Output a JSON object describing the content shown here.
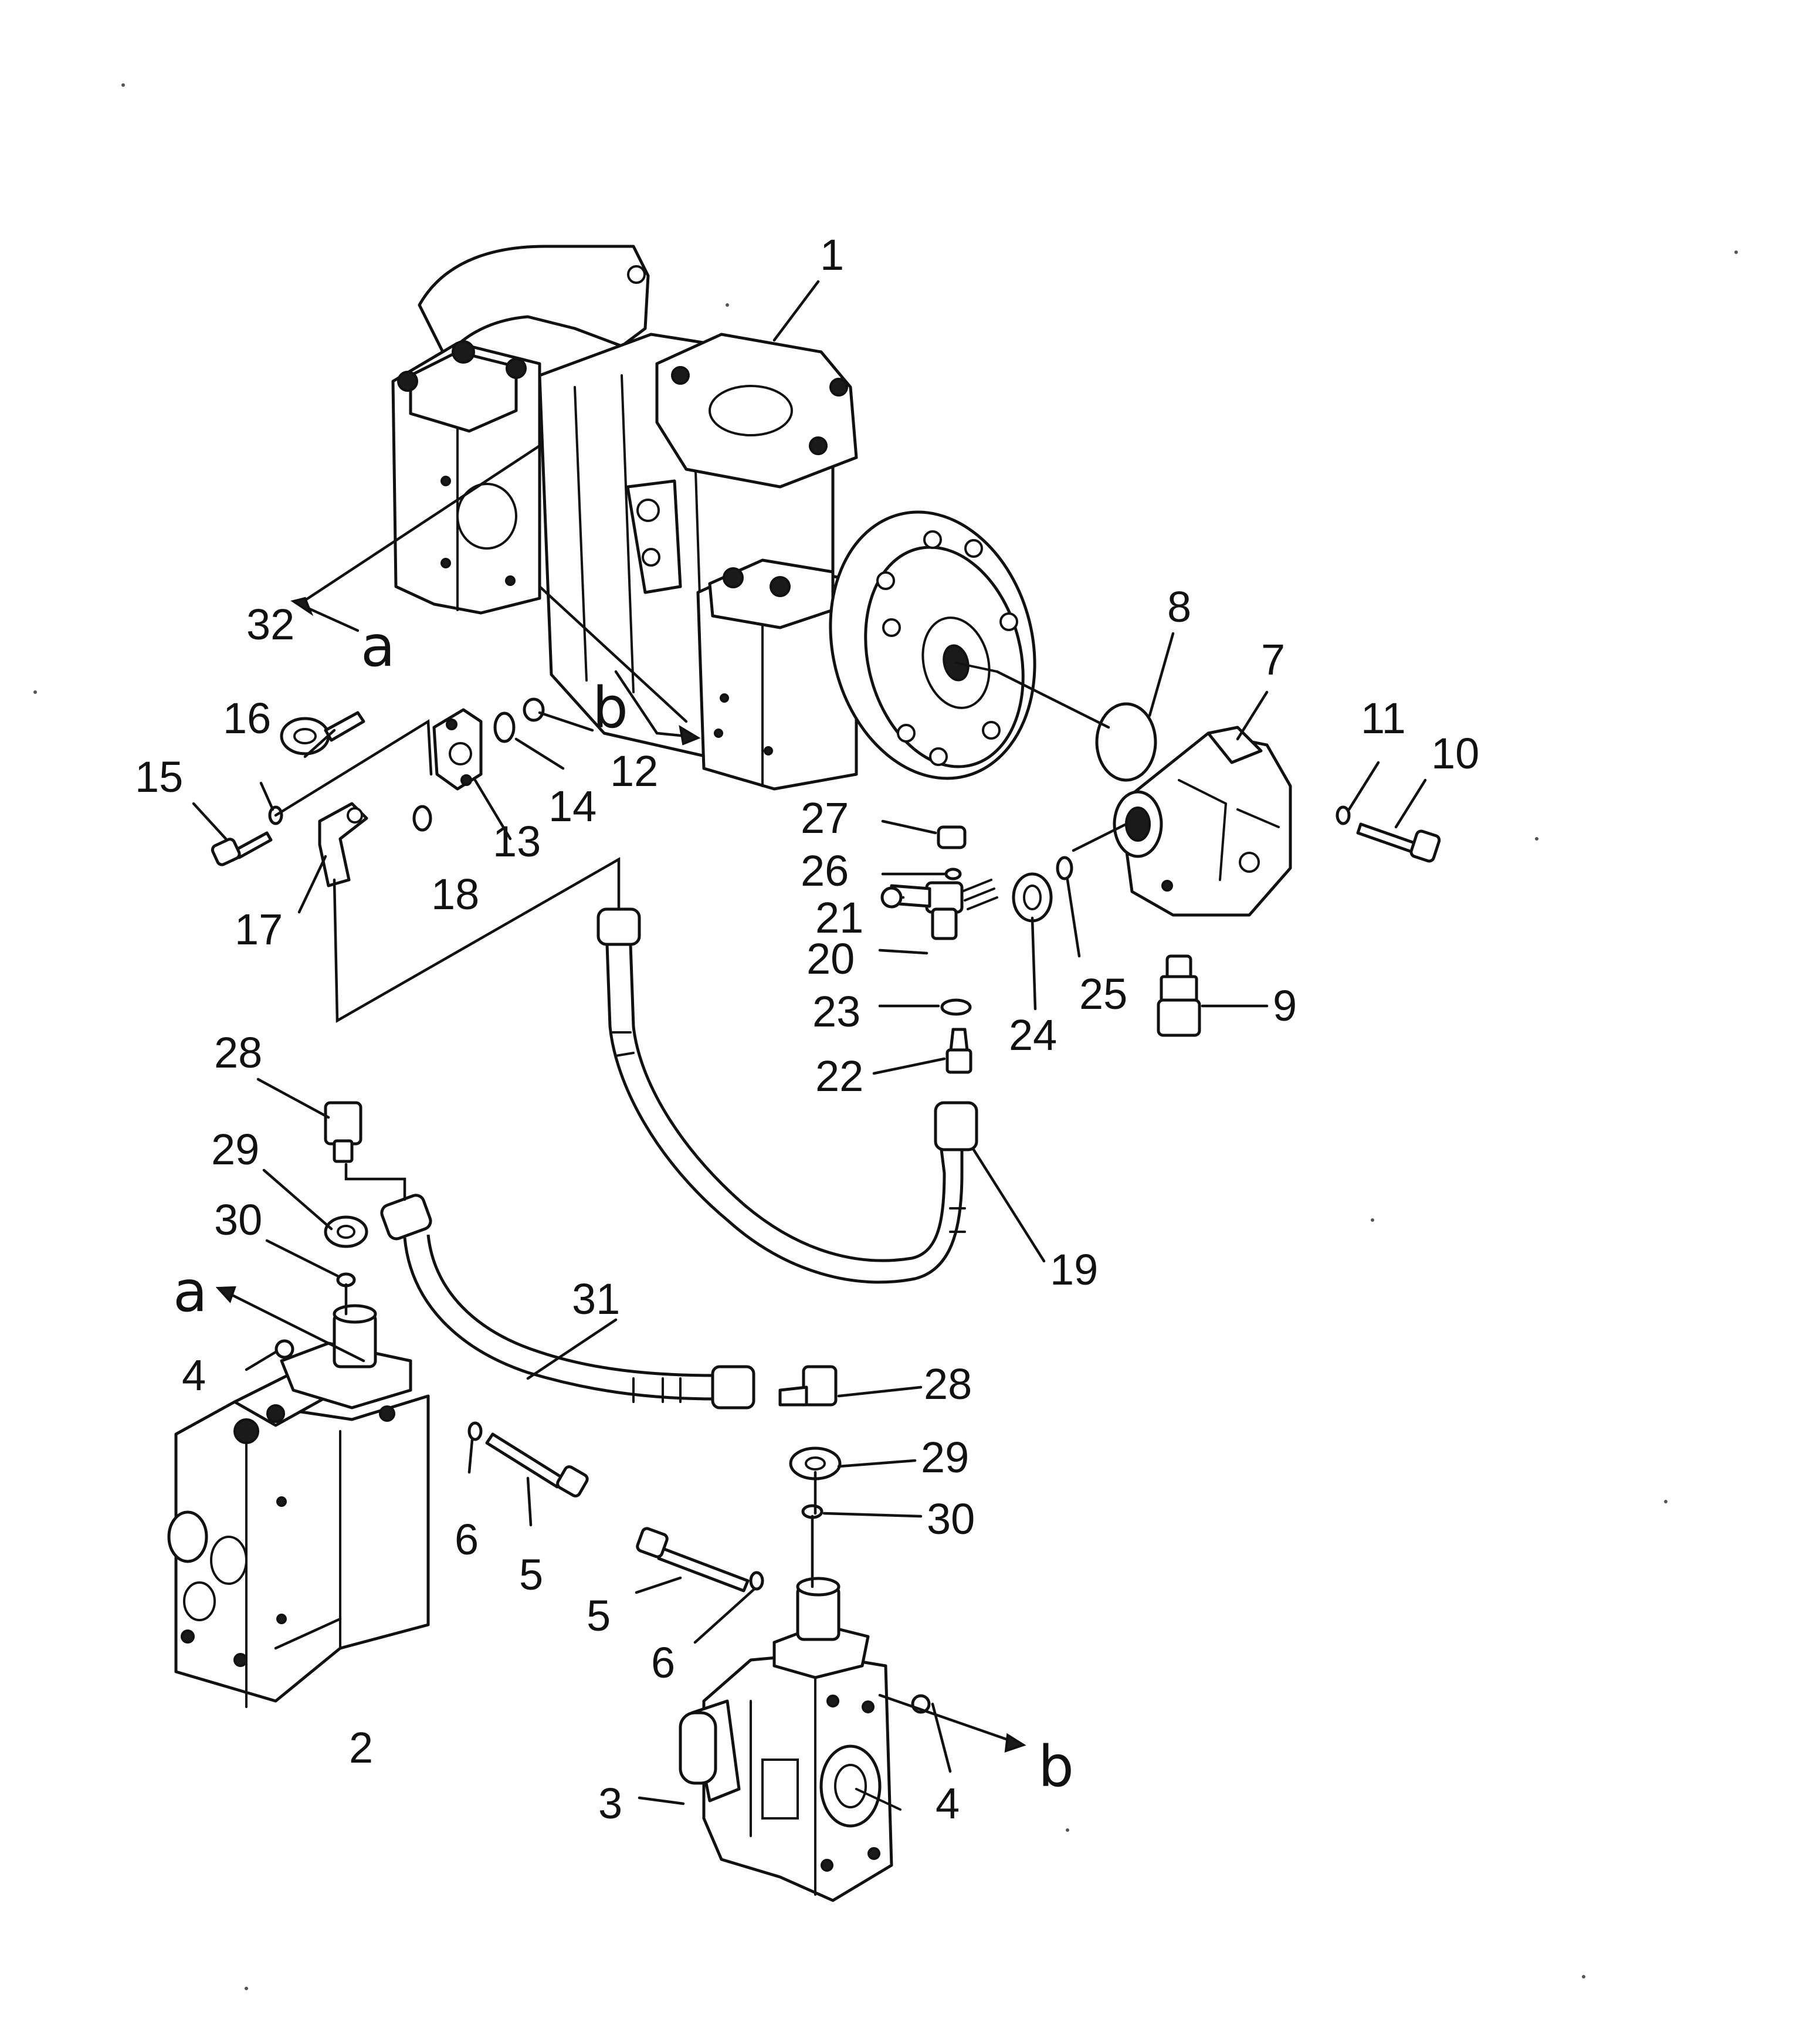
{
  "callouts": {
    "c1": "1",
    "c2": "2",
    "c3": "3",
    "c4a": "4",
    "c4b": "4",
    "c5a": "5",
    "c5b": "5",
    "c6a": "6",
    "c6b": "6",
    "c7": "7",
    "c8": "8",
    "c9": "9",
    "c10": "10",
    "c11": "11",
    "c12": "12",
    "c13": "13",
    "c14": "14",
    "c15": "15",
    "c16": "16",
    "c17": "17",
    "c18": "18",
    "c19": "19",
    "c20": "20",
    "c21": "21",
    "c22": "22",
    "c23": "23",
    "c24": "24",
    "c25": "25",
    "c26": "26",
    "c27": "27",
    "c28a": "28",
    "c28b": "28",
    "c29a": "29",
    "c29b": "29",
    "c30a": "30",
    "c30b": "30",
    "c31": "31",
    "c32": "32"
  },
  "connection_markers": {
    "a_upper": "a",
    "a_lower": "a",
    "b_upper": "b",
    "b_lower": "b"
  }
}
